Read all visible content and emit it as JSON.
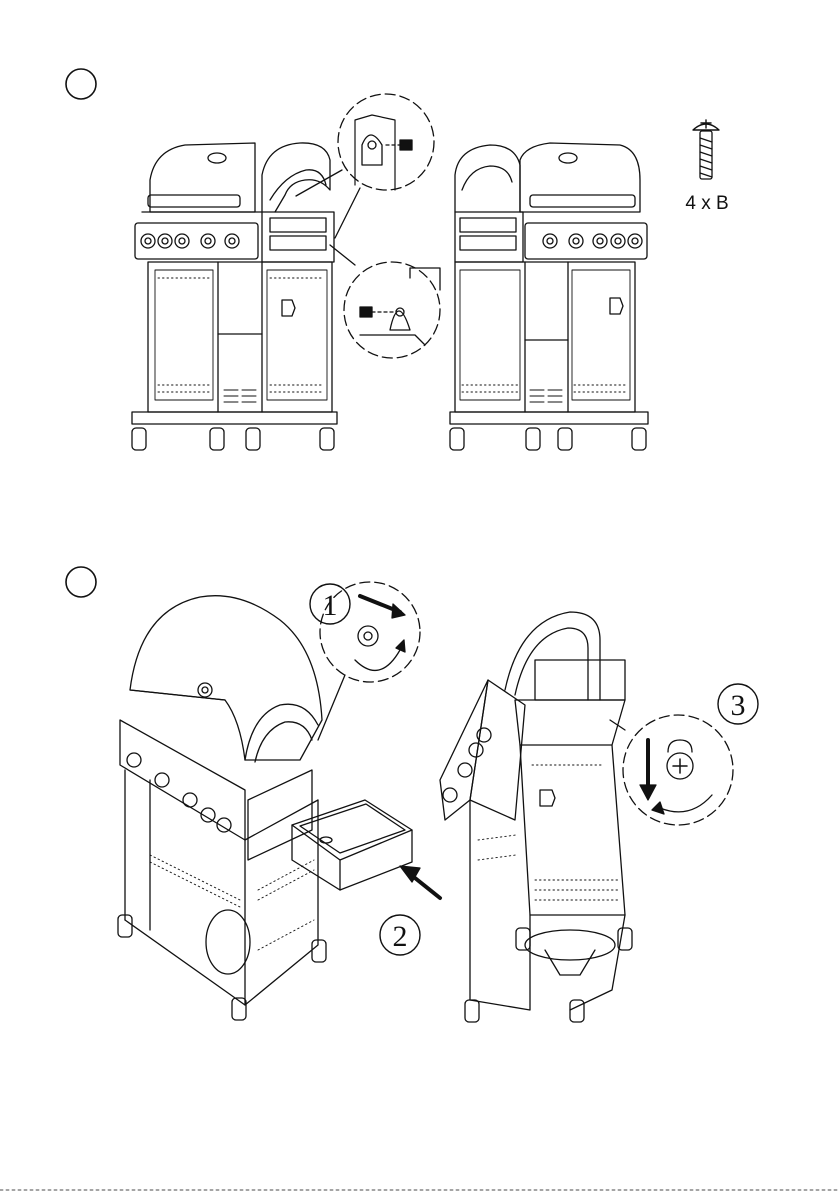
{
  "step1": {
    "circle_label": "",
    "hardware": {
      "icon": "screw-icon",
      "quantity_text": "4 x B"
    }
  },
  "step2": {
    "circle_label": "",
    "callouts": [
      "1",
      "2",
      "3"
    ]
  }
}
